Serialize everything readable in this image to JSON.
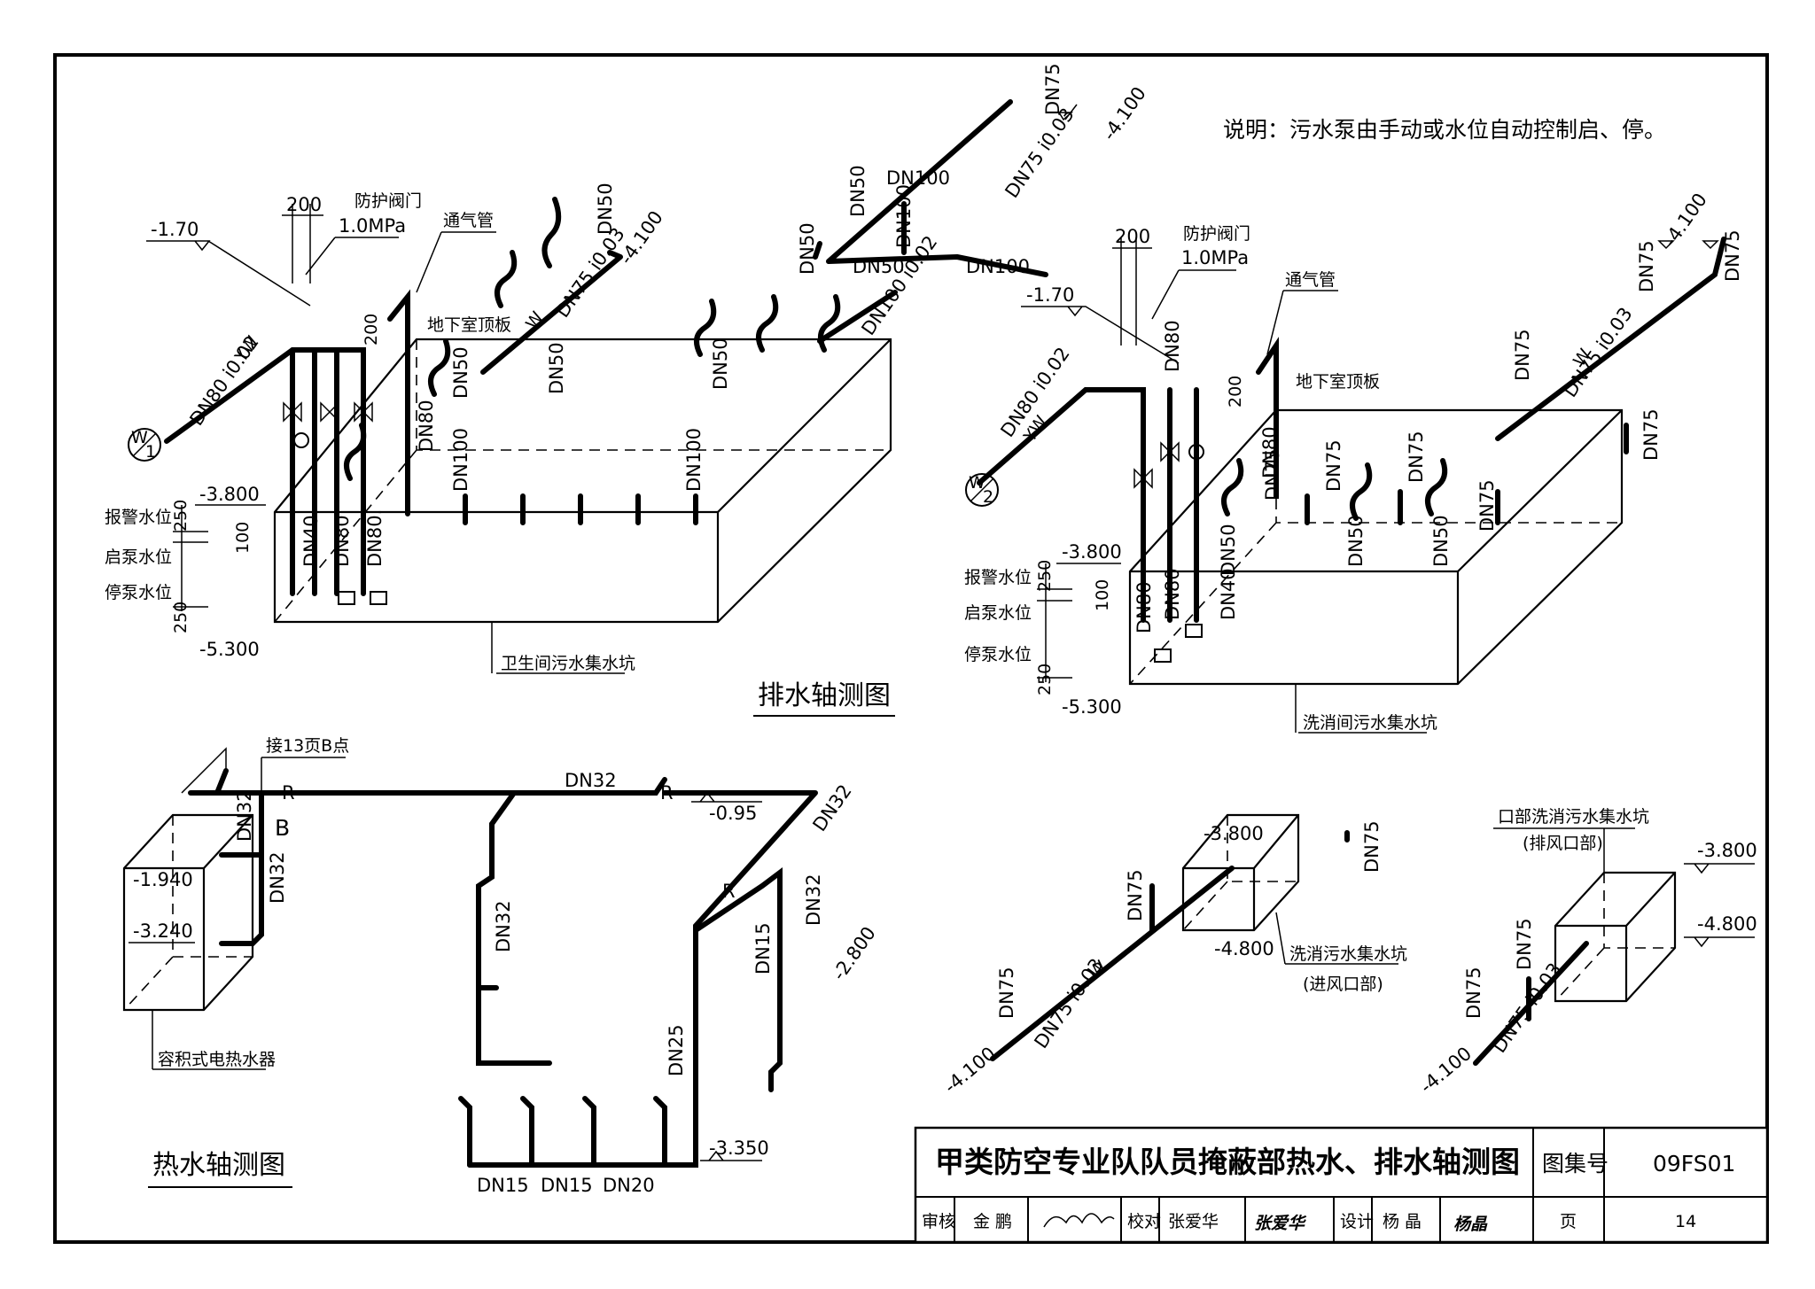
{
  "note": "说明：污水泵由手动或水位自动控制启、停。",
  "drainage_title": "排水轴测图",
  "hotwater_title": "热水轴测图",
  "pit_labels": {
    "toilet_pit": "卫生间污水集水坑",
    "decon_pit": "洗消间污水集水坑",
    "decon_pit_2": "洗消污水集水坑",
    "intake": "(进风口部)",
    "exhaust_pit": "口部洗消污水集水坑",
    "exhaust": "(排风口部)",
    "heater": "容积式电热水器",
    "connect": "接13页B点"
  },
  "levels": {
    "l170": "-1.70",
    "l3800": "-3.800",
    "l5300": "-5.300",
    "l4100": "-4.100",
    "l4800": "-4.800",
    "l095": "-0.95",
    "l1940": "-1.940",
    "l3240": "-3.240",
    "l2800": "-2.800",
    "l3350": "-3.350"
  },
  "water_levels": {
    "alarm": "报警水位",
    "start": "启泵水位",
    "stop": "停泵水位"
  },
  "valve": {
    "name": "防护阀门",
    "pressure": "1.0MPa",
    "vent": "通气管",
    "slab": "地下室顶板"
  },
  "pipe_sizes": {
    "dn32": "DN32",
    "dn15": "DN15",
    "dn20": "DN20",
    "dn25": "DN25",
    "dn40": "DN40",
    "dn50": "DN50",
    "dn75": "DN75",
    "dn80": "DN80",
    "dn100": "DN100",
    "dn80_slope": "DN80 i0.02",
    "dn75_slope": "DN75 i0.03",
    "dn100_slope": "DN100 i0.02",
    "dn75_slope_b": "DN75 i0.03",
    "dn80n": "DN80.",
    "dim200": "200",
    "dim250": "250",
    "dim100": "100"
  },
  "tags": {
    "w1_top": "W",
    "w1_bot": "1",
    "w2_top": "W",
    "w2_bot": "2",
    "yw": "YW",
    "w": "W",
    "r": "R",
    "b": "B"
  },
  "title_block": {
    "title": "甲类防空专业队队员掩蔽部热水、排水轴测图",
    "atlas_label": "图集号",
    "atlas_no": "09FS01",
    "review_label": "审核",
    "review_name": "金 鹏",
    "check_label": "校对",
    "check_name": "张爱华",
    "check_sign": "张爱华",
    "design_label": "设计",
    "design_name": "杨 晶",
    "design_sign": "杨晶",
    "page_label": "页",
    "page_no": "14"
  }
}
